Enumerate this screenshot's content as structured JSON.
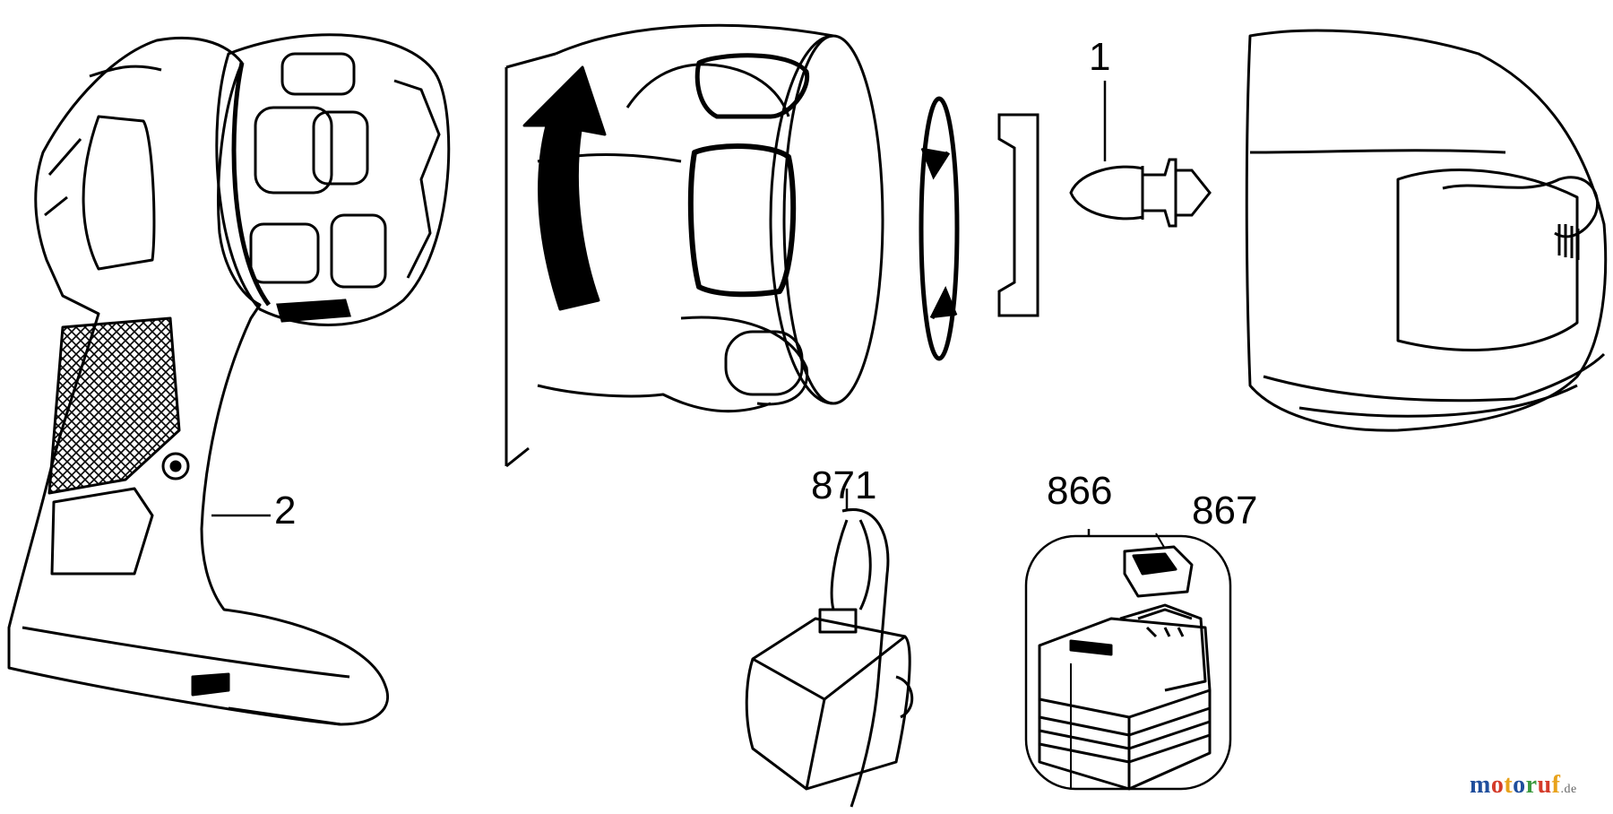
{
  "callouts": [
    {
      "id": "1",
      "text": "1"
    },
    {
      "id": "2",
      "text": "2"
    },
    {
      "id": "871",
      "text": "871"
    },
    {
      "id": "866",
      "text": "866"
    },
    {
      "id": "867",
      "text": "867"
    }
  ],
  "watermark": {
    "letters": [
      "m",
      "o",
      "t",
      "o",
      "r",
      "u",
      "f"
    ],
    "letter_colors": [
      "#1f4e9c",
      "#d43b2a",
      "#e8a21b",
      "#1f4e9c",
      "#3c9a3f",
      "#d43b2a",
      "#e8a21b"
    ],
    "suffix": ".de"
  },
  "colors": {
    "line": "#000000",
    "background": "#ffffff"
  }
}
